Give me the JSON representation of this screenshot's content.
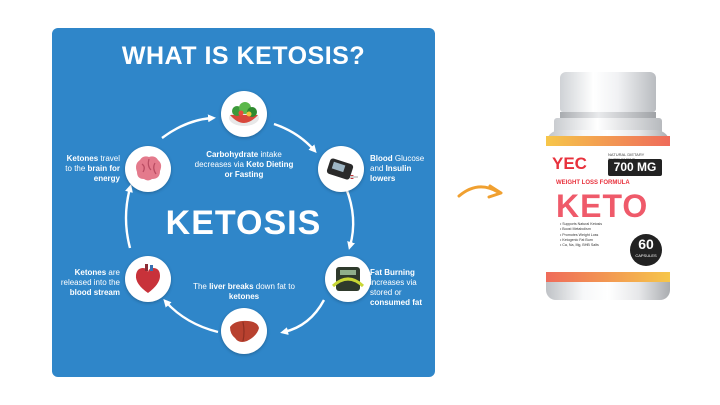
{
  "panel": {
    "title": "WHAT IS KETOSIS?",
    "center_word": "KETOSIS",
    "colors": {
      "panel_bg": "#2f86c9",
      "arrow": "#ffffff",
      "accent_arrow": "#f0a030"
    }
  },
  "steps": [
    {
      "icon": "salad-bowl-icon",
      "parts": [
        {
          "t": "Carbohydrate",
          "b": true
        },
        {
          "t": " intake decreases via ",
          "b": false
        },
        {
          "t": "Keto Dieting or Fasting",
          "b": true
        }
      ]
    },
    {
      "icon": "glucose-meter-icon",
      "parts": [
        {
          "t": "Blood",
          "b": true
        },
        {
          "t": " Glucose and ",
          "b": false
        },
        {
          "t": "Insulin lowers",
          "b": true
        }
      ]
    },
    {
      "icon": "scale-tape-icon",
      "parts": [
        {
          "t": "Fat Burning",
          "b": true
        },
        {
          "t": " increases via stored or ",
          "b": false
        },
        {
          "t": "consumed fat",
          "b": true
        }
      ]
    },
    {
      "icon": "liver-icon",
      "parts": [
        {
          "t": "The ",
          "b": false
        },
        {
          "t": "liver breaks",
          "b": true
        },
        {
          "t": " down fat to ",
          "b": false
        },
        {
          "t": "ketones",
          "b": true
        }
      ]
    },
    {
      "icon": "heart-icon",
      "parts": [
        {
          "t": "Ketones",
          "b": true
        },
        {
          "t": " are released into the ",
          "b": false
        },
        {
          "t": "blood stream",
          "b": true
        }
      ]
    },
    {
      "icon": "brain-icon",
      "parts": [
        {
          "t": "Ketones",
          "b": true
        },
        {
          "t": " travel to the ",
          "b": false
        },
        {
          "t": "brain for energy",
          "b": true
        }
      ]
    }
  ],
  "product": {
    "brand": "YEC",
    "natural_line": "NATURAL DIETARY SUPPLEMENT",
    "dose": "700 MG",
    "formula": "WEIGHT LOSS FORMULA",
    "name": "KETO",
    "benefits": [
      "Supports Natural Ketosis",
      "Boost Metabolism",
      "Promotes Weight Loss",
      "Ketogenic Fat Burn",
      "Ca, Na, Mg, BHB Salts"
    ],
    "count": "60",
    "count_unit": "CAPSULES"
  }
}
